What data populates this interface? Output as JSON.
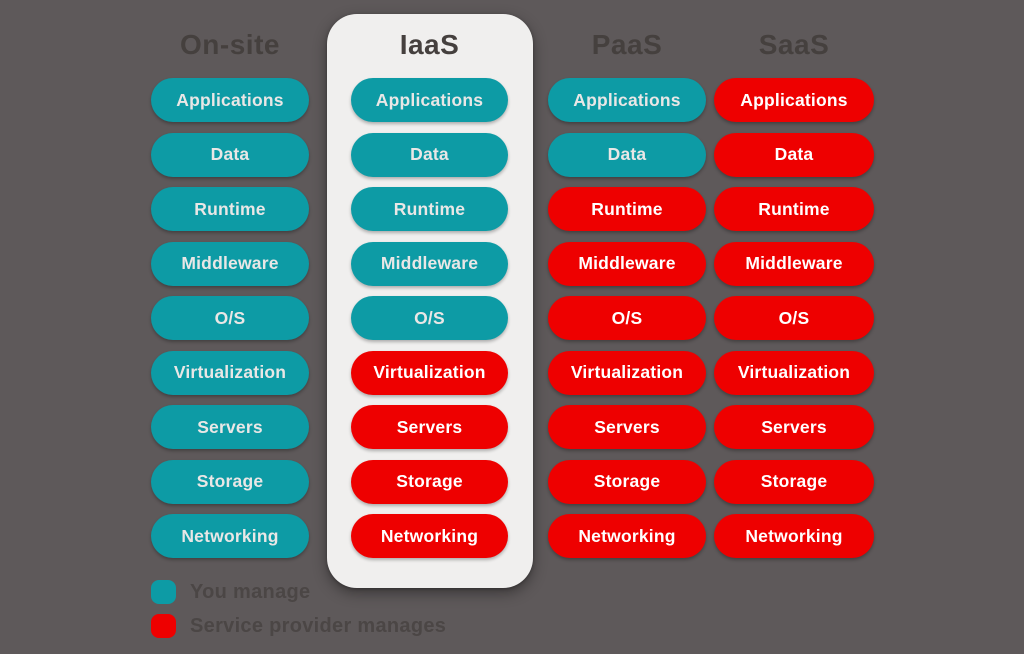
{
  "diagram": {
    "columns": [
      {
        "title": "On-site",
        "highlighted": false,
        "pills": [
          {
            "label": "Applications",
            "owner": "you"
          },
          {
            "label": "Data",
            "owner": "you"
          },
          {
            "label": "Runtime",
            "owner": "you"
          },
          {
            "label": "Middleware",
            "owner": "you"
          },
          {
            "label": "O/S",
            "owner": "you"
          },
          {
            "label": "Virtualization",
            "owner": "you"
          },
          {
            "label": "Servers",
            "owner": "you"
          },
          {
            "label": "Storage",
            "owner": "you"
          },
          {
            "label": "Networking",
            "owner": "you"
          }
        ]
      },
      {
        "title": "IaaS",
        "highlighted": true,
        "pills": [
          {
            "label": "Applications",
            "owner": "you"
          },
          {
            "label": "Data",
            "owner": "you"
          },
          {
            "label": "Runtime",
            "owner": "you"
          },
          {
            "label": "Middleware",
            "owner": "you"
          },
          {
            "label": "O/S",
            "owner": "you"
          },
          {
            "label": "Virtualization",
            "owner": "provider"
          },
          {
            "label": "Servers",
            "owner": "provider"
          },
          {
            "label": "Storage",
            "owner": "provider"
          },
          {
            "label": "Networking",
            "owner": "provider"
          }
        ]
      },
      {
        "title": "PaaS",
        "highlighted": false,
        "pills": [
          {
            "label": "Applications",
            "owner": "you"
          },
          {
            "label": "Data",
            "owner": "you"
          },
          {
            "label": "Runtime",
            "owner": "provider"
          },
          {
            "label": "Middleware",
            "owner": "provider"
          },
          {
            "label": "O/S",
            "owner": "provider"
          },
          {
            "label": "Virtualization",
            "owner": "provider"
          },
          {
            "label": "Servers",
            "owner": "provider"
          },
          {
            "label": "Storage",
            "owner": "provider"
          },
          {
            "label": "Networking",
            "owner": "provider"
          }
        ]
      },
      {
        "title": "SaaS",
        "highlighted": false,
        "pills": [
          {
            "label": "Applications",
            "owner": "provider"
          },
          {
            "label": "Data",
            "owner": "provider"
          },
          {
            "label": "Runtime",
            "owner": "provider"
          },
          {
            "label": "Middleware",
            "owner": "provider"
          },
          {
            "label": "O/S",
            "owner": "provider"
          },
          {
            "label": "Virtualization",
            "owner": "provider"
          },
          {
            "label": "Servers",
            "owner": "provider"
          },
          {
            "label": "Storage",
            "owner": "provider"
          },
          {
            "label": "Networking",
            "owner": "provider"
          }
        ]
      }
    ],
    "legend": [
      {
        "label": "You manage",
        "owner": "you"
      },
      {
        "label": "Service provider manages",
        "owner": "provider"
      }
    ],
    "colors": {
      "background": "#5e595a",
      "you": "#0d9ba5",
      "provider": "#ee0000",
      "panel": "#f0efee",
      "heading": "#45403e",
      "legend_text": "#4b4645",
      "pill_text_on_you": "#e9e7e6",
      "pill_text_on_provider": "#ffffff"
    }
  }
}
